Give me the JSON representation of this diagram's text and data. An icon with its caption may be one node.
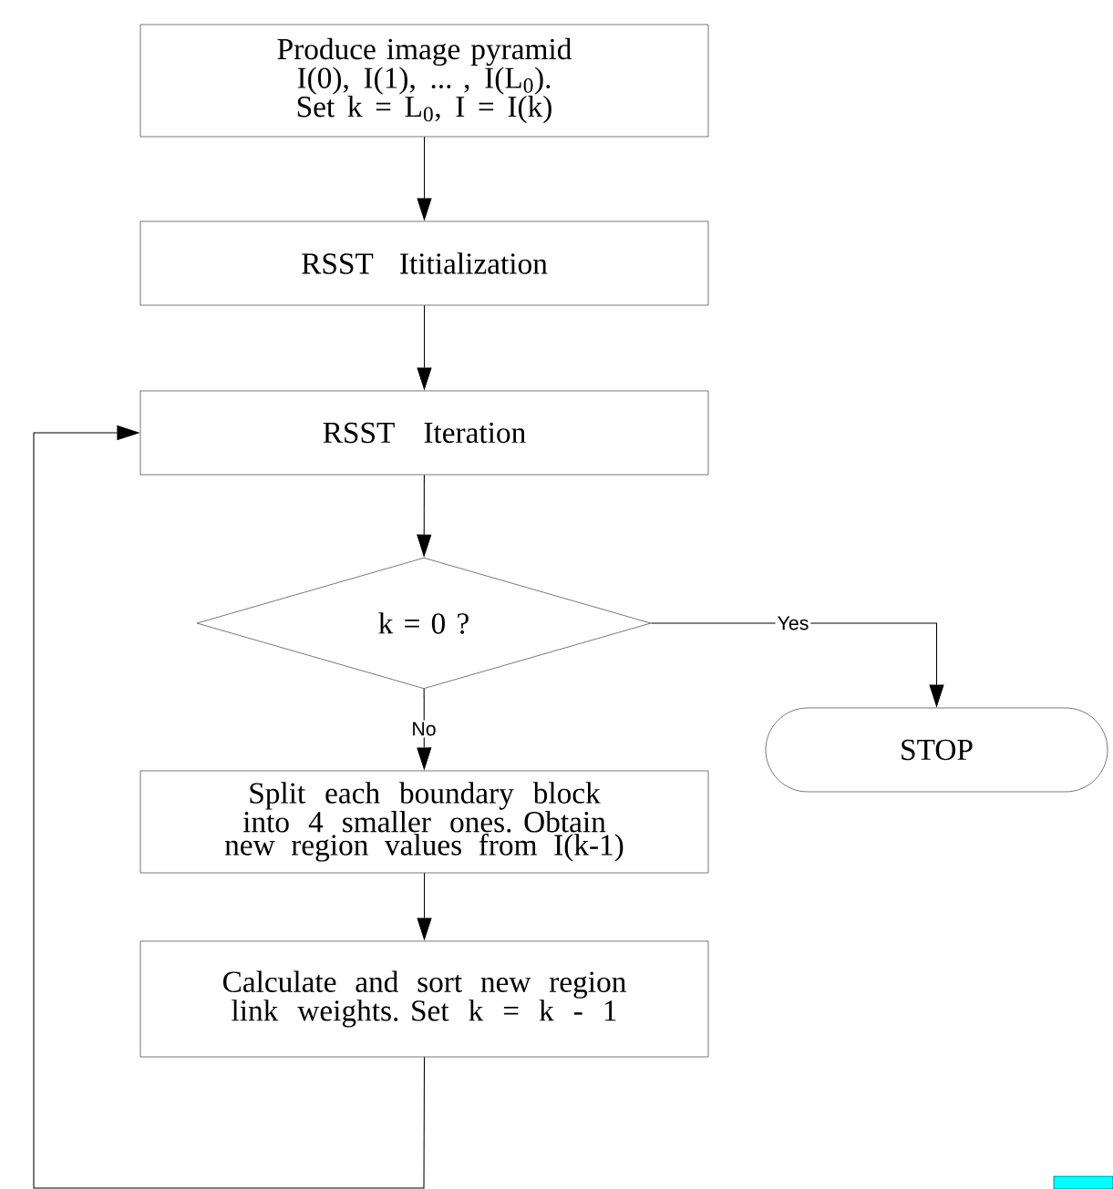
{
  "diagram": {
    "nodes": [
      {
        "text": [
          "Produce image pyramid I(0), I(1), ... , I(L$_{0}$). Set k = L$_{0}$, I = I(k)"
        ]
      },
      {
        "text": [
          "RSST Ititialization"
        ]
      },
      {
        "text": [
          "RSST Iteration"
        ]
      },
      {
        "text": [
          "k = 0 ?"
        ]
      },
      {
        "text": [
          "STOP"
        ]
      },
      {
        "text": [
          "Split each boundary block into 4 smaller ones. Obtain new region values from I(k-1)"
        ]
      },
      {
        "text": [
          "Calculate and sort new region link weights. Set k = k - 1"
        ]
      }
    ],
    "edges": [
      {
        "from": 0,
        "to": 1,
        "arrow": "to"
      },
      {
        "from": 1,
        "to": 2,
        "arrow": "to"
      },
      {
        "from": 2,
        "to": 3,
        "arrow": "to"
      },
      {
        "from": 3,
        "to": 4,
        "arrow": "to",
        "label": "Yes"
      },
      {
        "from": 3,
        "to": 5,
        "arrow": "to",
        "label": "No"
      },
      {
        "from": 5,
        "to": 6,
        "arrow": "to"
      },
      {
        "from": 6,
        "to": 2,
        "arrow": "to"
      }
    ]
  }
}
